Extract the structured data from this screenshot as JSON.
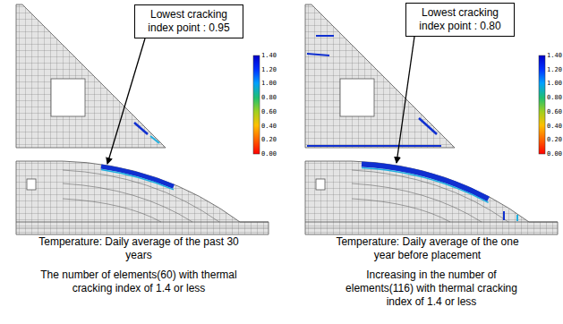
{
  "diagram": {
    "nodes": [
      {
        "text": [
          "Lowest cracking index point : 0.95"
        ]
      },
      {
        "text": [
          "Lowest cracking index point : 0.80"
        ]
      }
    ],
    "labels": [
      "1.40",
      "1.20",
      "1.00",
      "0.80",
      "0.60",
      "0.40",
      "0.20",
      "0.00",
      "Temperature: Daily average of the past 30 years",
      "The number of elements(60) with thermal cracking index of 1.4 or less",
      "1.40",
      "1.20",
      "1.00",
      "0.80",
      "0.60",
      "0.40",
      "0.20",
      "0.00",
      "Temperature: Daily average of the one year before placement",
      "Increasing in the number of elements(116) with thermal cracking index of 1.4 or less"
    ]
  }
}
